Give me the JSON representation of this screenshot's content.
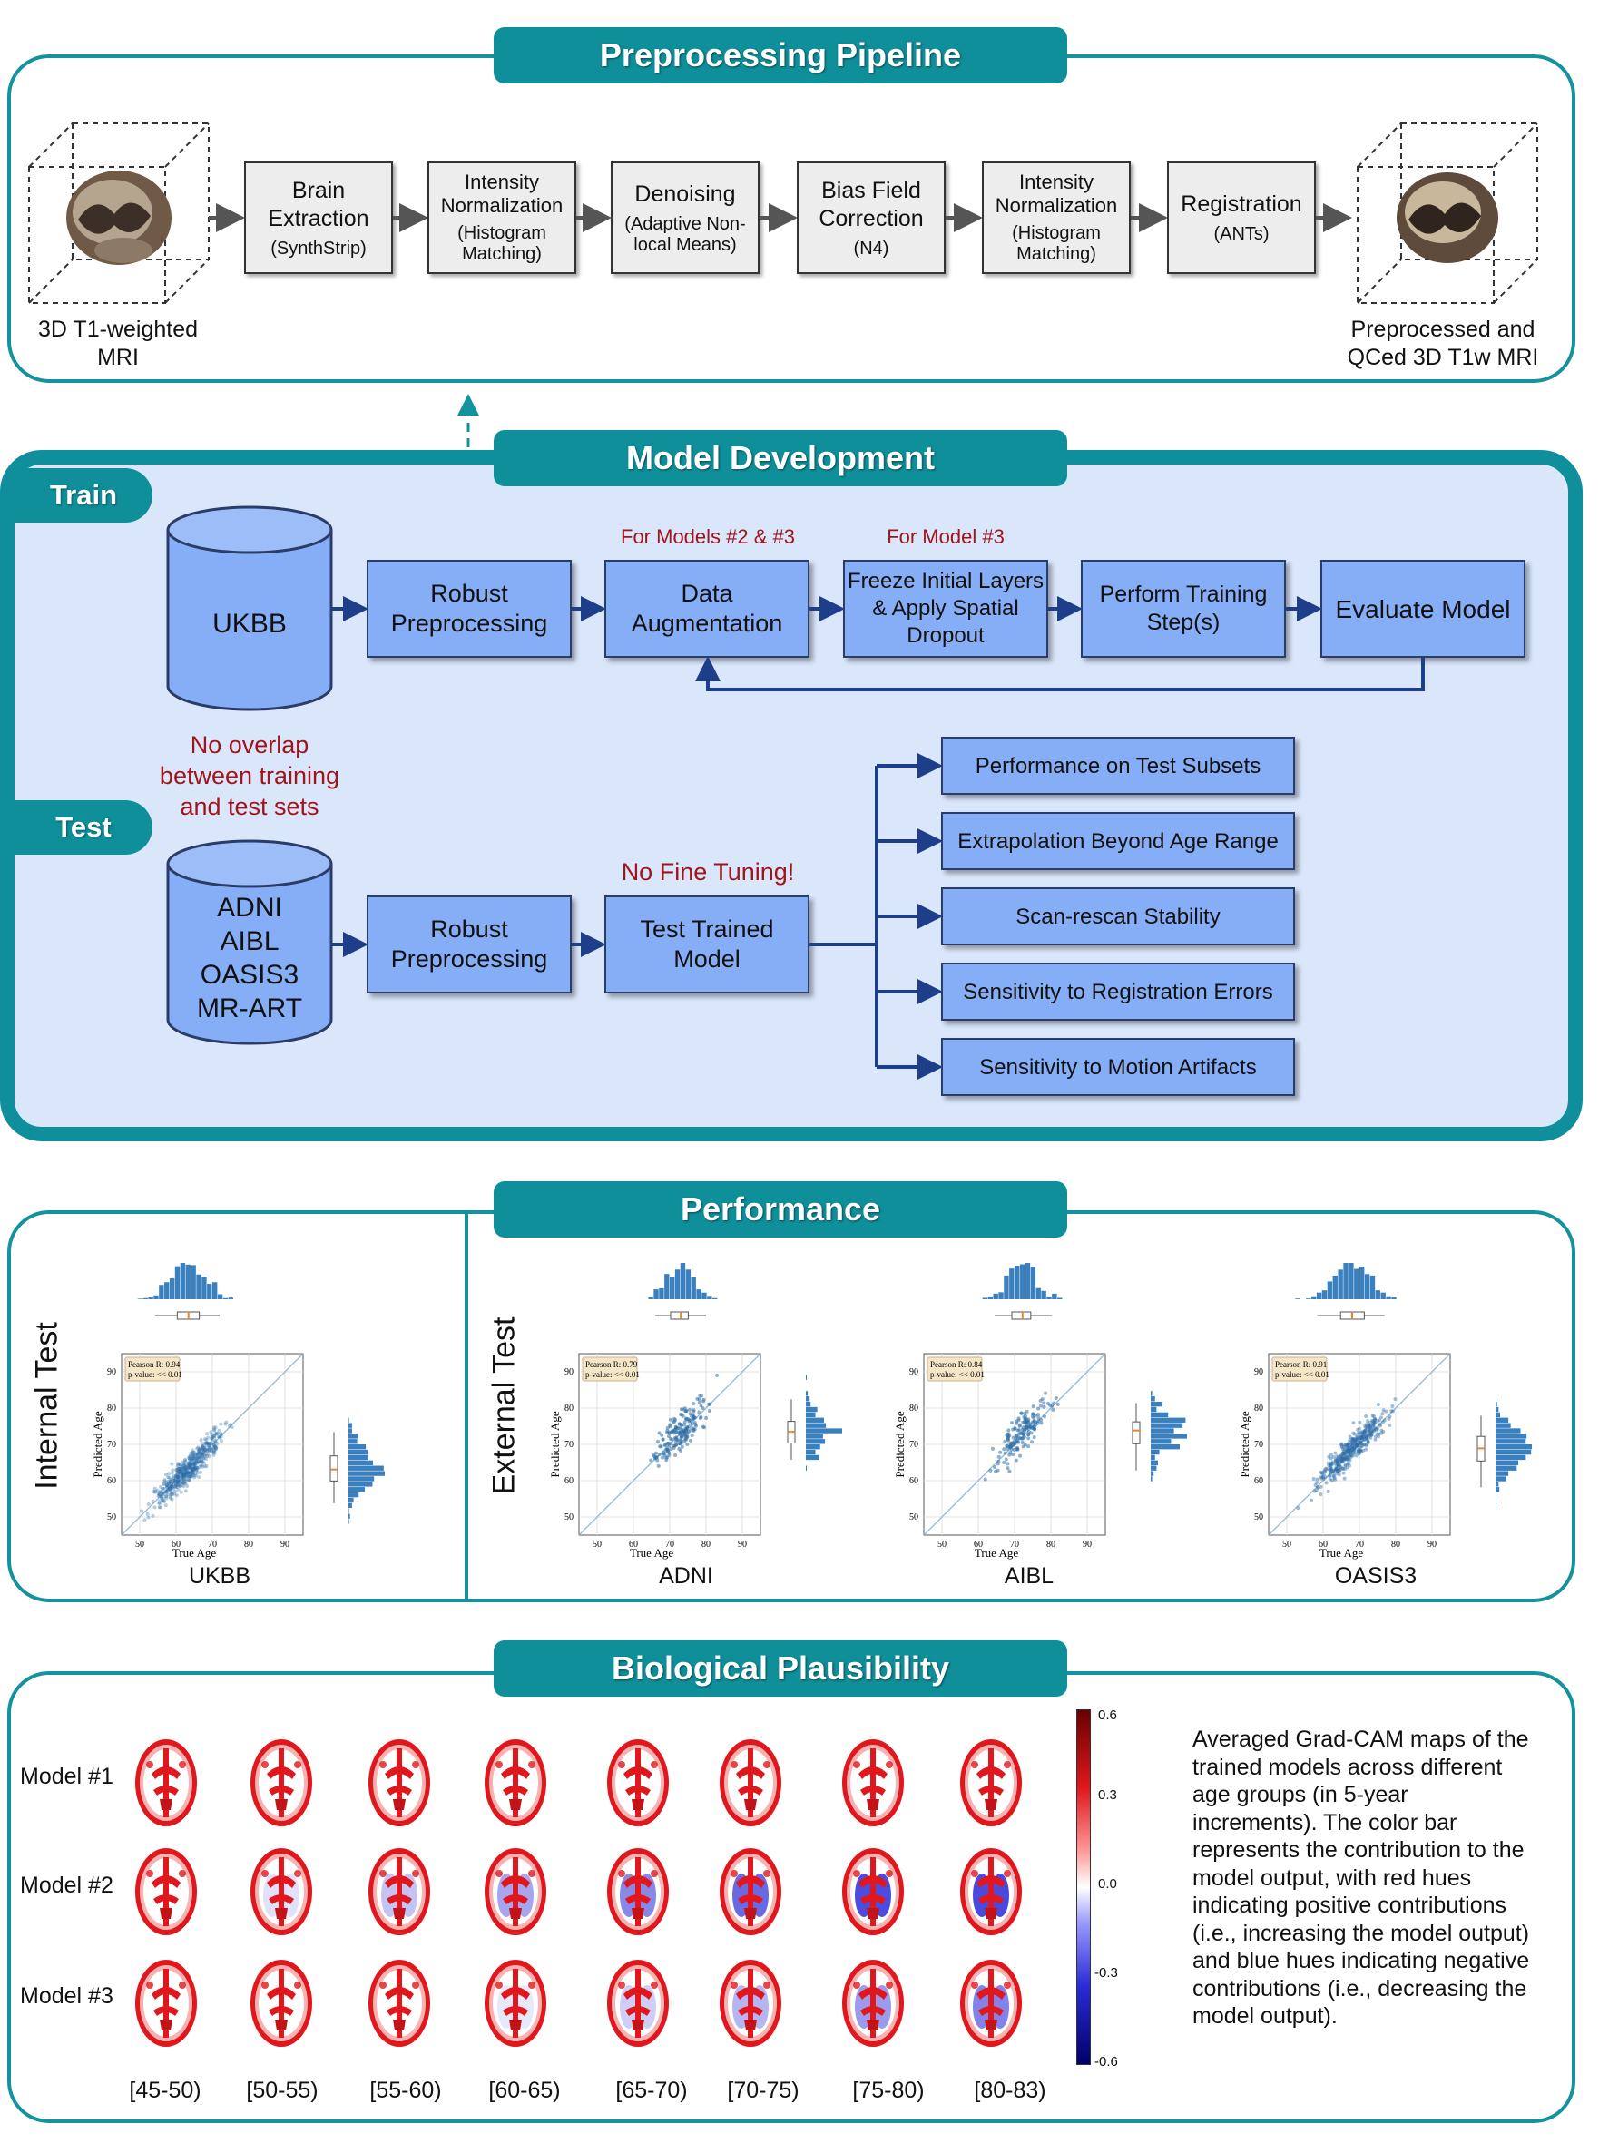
{
  "preprocessing": {
    "title": "Preprocessing Pipeline",
    "input_label": "3D T1-weighted MRI",
    "output_label": "Preprocessed and QCed 3D T1w MRI",
    "steps": [
      {
        "name": "Brain Extraction",
        "detail": "(SynthStrip)"
      },
      {
        "name": "Intensity Normalization",
        "detail": "(Histogram Matching)"
      },
      {
        "name": "Denoising",
        "detail": "(Adaptive Non-local Means)"
      },
      {
        "name": "Bias Field Correction",
        "detail": "(N4)"
      },
      {
        "name": "Intensity Normalization",
        "detail": "(Histogram Matching)"
      },
      {
        "name": "Registration",
        "detail": "(ANTs)"
      }
    ]
  },
  "model_dev": {
    "title": "Model Development",
    "train_tab": "Train",
    "test_tab": "Test",
    "train_db": "UKBB",
    "test_db": [
      "ADNI",
      "AIBL",
      "OASIS3",
      "MR-ART"
    ],
    "train_steps": {
      "robust": "Robust Preprocessing",
      "augment": "Data Augmentation",
      "freeze": "Freeze Initial Layers & Apply Spatial Dropout",
      "perform": "Perform Training Step(s)",
      "evaluate": "Evaluate Model"
    },
    "note_models_23": "For Models #2 & #3",
    "note_model_3": "For Model #3",
    "no_overlap": "No overlap between training and test sets",
    "no_fine_tuning": "No Fine Tuning!",
    "test_robust": "Robust Preprocessing",
    "test_trained": "Test Trained Model",
    "outcomes": [
      "Performance on Test Subsets",
      "Extrapolation Beyond Age Range",
      "Scan-rescan Stability",
      "Sensitivity to Registration Errors",
      "Sensitivity to Motion Artifacts"
    ]
  },
  "performance": {
    "title": "Performance",
    "internal_label": "Internal Test",
    "external_label": "External Test",
    "x_label": "True Age",
    "y_label": "Predicted Age",
    "ticks": [
      "50",
      "60",
      "70",
      "80",
      "90"
    ]
  },
  "chart_data": [
    {
      "type": "scatter",
      "title": "UKBB",
      "xlabel": "True Age",
      "ylabel": "Predicted Age",
      "xlim": [
        45,
        95
      ],
      "ylim": [
        45,
        95
      ],
      "annotation": [
        "Pearson R: 0.94",
        "p-value: << 0.01"
      ]
    },
    {
      "type": "scatter",
      "title": "ADNI",
      "xlabel": "True Age",
      "ylabel": "Predicted Age",
      "xlim": [
        45,
        95
      ],
      "ylim": [
        45,
        95
      ],
      "annotation": [
        "Pearson R: 0.79",
        "p-value: << 0.01"
      ]
    },
    {
      "type": "scatter",
      "title": "AIBL",
      "xlabel": "True Age",
      "ylabel": "Predicted Age",
      "xlim": [
        45,
        95
      ],
      "ylim": [
        45,
        95
      ],
      "annotation": [
        "Pearson R: 0.84",
        "p-value: << 0.01"
      ]
    },
    {
      "type": "scatter",
      "title": "OASIS3",
      "xlabel": "True Age",
      "ylabel": "Predicted Age",
      "xlim": [
        45,
        95
      ],
      "ylim": [
        45,
        95
      ],
      "annotation": [
        "Pearson R: 0.91",
        "p-value: << 0.01"
      ]
    }
  ],
  "plausibility": {
    "title": "Biological Plausibility",
    "models": [
      "Model #1",
      "Model #2",
      "Model #3"
    ],
    "age_groups": [
      "[45-50)",
      "[50-55)",
      "[55-60)",
      "[60-65)",
      "[65-70)",
      "[70-75)",
      "[75-80)",
      "[80-83)"
    ],
    "colorbar_ticks": [
      "0.6",
      "0.3",
      "0.0",
      "-0.3",
      "-0.6"
    ],
    "colors": {
      "positive": "#e0171c",
      "negative": "#2a2ad8",
      "neutral": "#ffffff"
    },
    "description": "Averaged Grad-CAM maps of the trained models across different age groups (in 5-year increments). The color bar represents the contribution to the model output, with red hues indicating positive contributions (i.e., increasing the model output) and blue hues indicating negative contributions (i.e., decreasing the model output)."
  }
}
